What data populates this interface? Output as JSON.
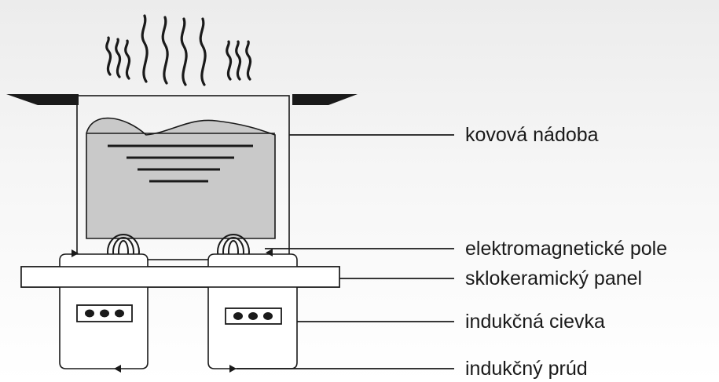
{
  "diagram": {
    "labels": {
      "pot": "kovová nádoba",
      "field": "elektromagnetické pole",
      "panel": "sklokeramický panel",
      "coil": "indukčná cievka",
      "current": "indukčný prúd"
    }
  }
}
